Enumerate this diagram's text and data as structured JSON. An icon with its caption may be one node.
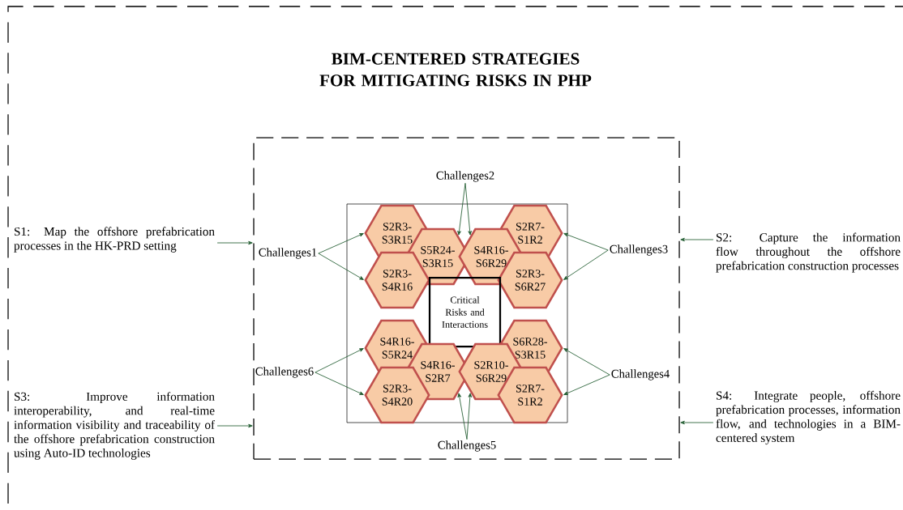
{
  "diagram": {
    "title": "BIM-CENTERED STRATEGIES FOR MITIGATING RISKS IN PHP",
    "nodes": [
      {
        "text": [
          "S1: Map the offshore prefabrication processes in the HK-PRD setting"
        ]
      },
      {
        "text": [
          "S2: Capture the information flow throughout the offshore prefabrication construction processes"
        ]
      },
      {
        "text": [],
        "shape": "box"
      },
      {
        "text": [
          "Challenges2"
        ],
        "in": 2
      },
      {
        "text": [
          "Challenges1"
        ],
        "in": 2
      },
      {
        "text": [
          "Challenges3"
        ],
        "in": 2
      },
      {
        "text": [],
        "shape": "box",
        "in": 2
      },
      {
        "text": [
          "S2R3-S3R15"
        ],
        "in": 6
      },
      {
        "text": [
          "S2R7-S1R2"
        ],
        "in": 6
      },
      {
        "text": [
          "S5R24-S3R15"
        ],
        "in": 6
      },
      {
        "text": [
          "S4R16-S6R29"
        ],
        "in": 6
      },
      {
        "text": [
          "S2R3-S4R16"
        ],
        "in": 6
      },
      {
        "text": [
          "S2R3-S6R27"
        ],
        "in": 6
      },
      {
        "text": [
          "Critical Risks and Interactions"
        ],
        "in": 6
      },
      {
        "text": [
          "S4R16-S5R24"
        ],
        "in": 6
      },
      {
        "text": [
          "S6R28-S3R15"
        ],
        "in": 6
      },
      {
        "text": [
          "S4R16-S2R7"
        ],
        "in": 6
      },
      {
        "text": [
          "S2R10-S6R29"
        ],
        "in": 6
      },
      {
        "text": [
          "S2R3-S4R20"
        ],
        "in": 6
      },
      {
        "text": [
          "S2R7-S1R2"
        ],
        "in": 6
      },
      {
        "text": [
          "Challenges6"
        ],
        "in": 2
      },
      {
        "text": [
          "Challenges4"
        ],
        "in": 2
      },
      {
        "text": [
          "S3: Improve information interoperability, and real-time information visibility and traceability of the offshore prefabrication construction using Auto-ID technologies"
        ]
      },
      {
        "text": [
          "S4: Integrate people, offshore prefabrication processes, information flow, and technologies in a BIM-centered system"
        ]
      },
      {
        "text": [
          "Challenges5"
        ],
        "in": 2
      }
    ],
    "edges": [
      {
        "from": 4,
        "to": 7,
        "arrow": "to"
      },
      {
        "from": 4,
        "to": 11,
        "arrow": "to"
      },
      {
        "from": 3,
        "to": 9,
        "arrow": "to"
      },
      {
        "from": 3,
        "to": 10,
        "arrow": "to"
      },
      {
        "from": 5,
        "to": 8,
        "arrow": "to"
      },
      {
        "from": 5,
        "to": 12,
        "arrow": "to"
      },
      {
        "from": 20,
        "to": 14,
        "arrow": "to"
      },
      {
        "from": 20,
        "to": 18,
        "arrow": "to"
      },
      {
        "from": 21,
        "to": 15,
        "arrow": "to"
      },
      {
        "from": 21,
        "to": 19,
        "arrow": "to"
      },
      {
        "from": 24,
        "to": 16,
        "arrow": "to"
      },
      {
        "from": 24,
        "to": 17,
        "arrow": "to"
      },
      {
        "from": 0,
        "to": 2,
        "arrow": "to"
      },
      {
        "from": 1,
        "to": 2,
        "arrow": "to"
      },
      {
        "from": 22,
        "to": 2,
        "arrow": "to"
      },
      {
        "from": 23,
        "to": 2,
        "arrow": "to"
      }
    ]
  }
}
